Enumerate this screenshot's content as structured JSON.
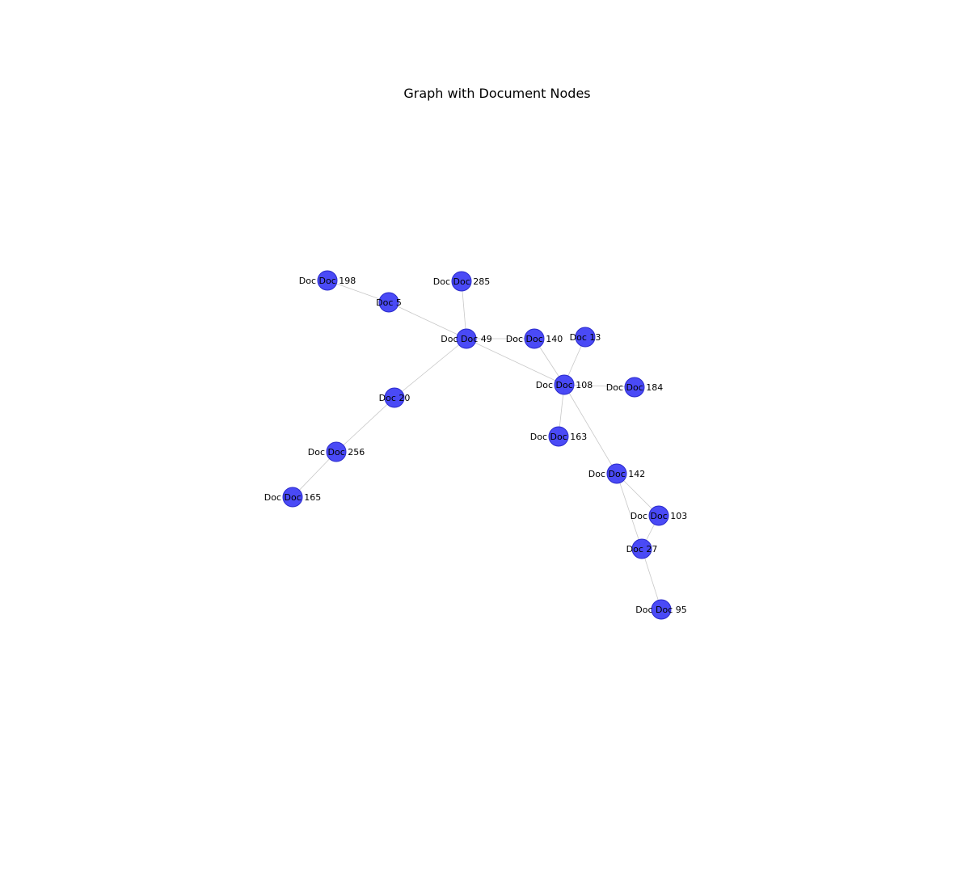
{
  "title": "Graph with Document Nodes",
  "colors": {
    "node": "#3b3bf5",
    "edge": "#c8c8c8",
    "text": "#000000"
  },
  "nodes": [
    {
      "id": "d198",
      "label": "Doc Doc 198"
    },
    {
      "id": "d5",
      "label": "Doc 5"
    },
    {
      "id": "d285",
      "label": "Doc Doc 285"
    },
    {
      "id": "d49",
      "label": "Doc Doc 49"
    },
    {
      "id": "d140",
      "label": "Doc Doc 140"
    },
    {
      "id": "d13",
      "label": "Doc 13"
    },
    {
      "id": "d108",
      "label": "Doc Doc 108"
    },
    {
      "id": "d184",
      "label": "Doc Doc 184"
    },
    {
      "id": "d20",
      "label": "Doc 20"
    },
    {
      "id": "d256",
      "label": "Doc Doc 256"
    },
    {
      "id": "d165",
      "label": "Doc Doc 165"
    },
    {
      "id": "d163",
      "label": "Doc Doc 163"
    },
    {
      "id": "d142",
      "label": "Doc Doc 142"
    },
    {
      "id": "d103",
      "label": "Doc Doc 103"
    },
    {
      "id": "d27",
      "label": "Doc 27"
    },
    {
      "id": "d95",
      "label": "Doc Doc 95"
    }
  ],
  "edges": [
    [
      "d198",
      "d5"
    ],
    [
      "d5",
      "d49"
    ],
    [
      "d285",
      "d49"
    ],
    [
      "d49",
      "d140"
    ],
    [
      "d49",
      "d108"
    ],
    [
      "d49",
      "d20"
    ],
    [
      "d140",
      "d108"
    ],
    [
      "d13",
      "d108"
    ],
    [
      "d108",
      "d184"
    ],
    [
      "d108",
      "d163"
    ],
    [
      "d108",
      "d142"
    ],
    [
      "d20",
      "d256"
    ],
    [
      "d256",
      "d165"
    ],
    [
      "d142",
      "d103"
    ],
    [
      "d142",
      "d27"
    ],
    [
      "d103",
      "d27"
    ],
    [
      "d27",
      "d95"
    ]
  ]
}
